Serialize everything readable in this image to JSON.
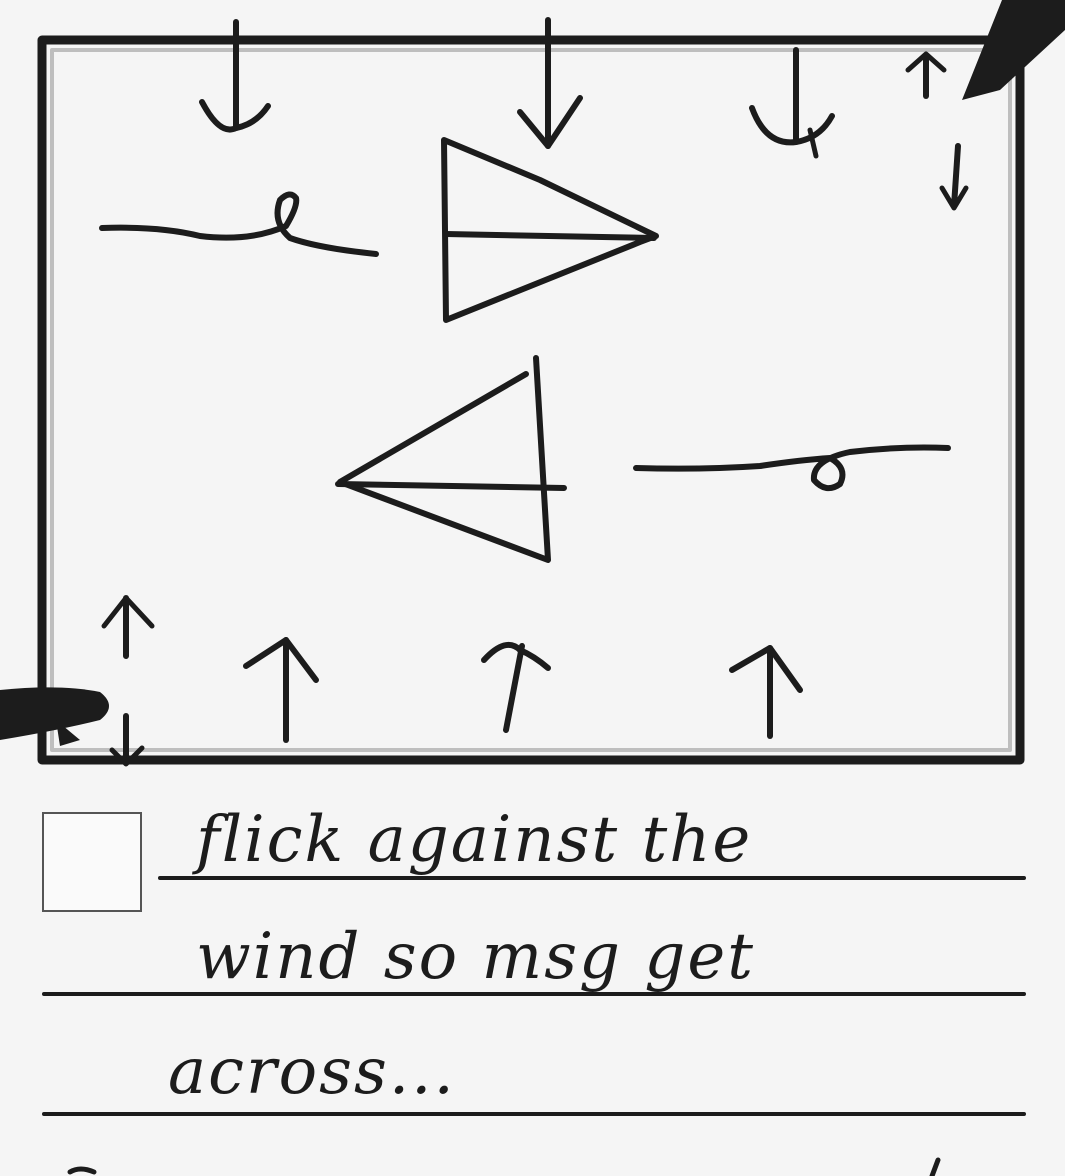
{
  "note": {
    "lines": [
      "flick against the",
      "wind so msg get",
      "across..."
    ]
  },
  "colors": {
    "ink": "#1c1c1c",
    "paper": "#f5f5f5",
    "checkbox_border": "#555555"
  },
  "icons": {
    "top_arrows": "down-arrow-icon",
    "bottom_arrows": "up-arrow-icon",
    "planes": "paper-plane-icon",
    "wind": "wind-squiggle-icon"
  }
}
